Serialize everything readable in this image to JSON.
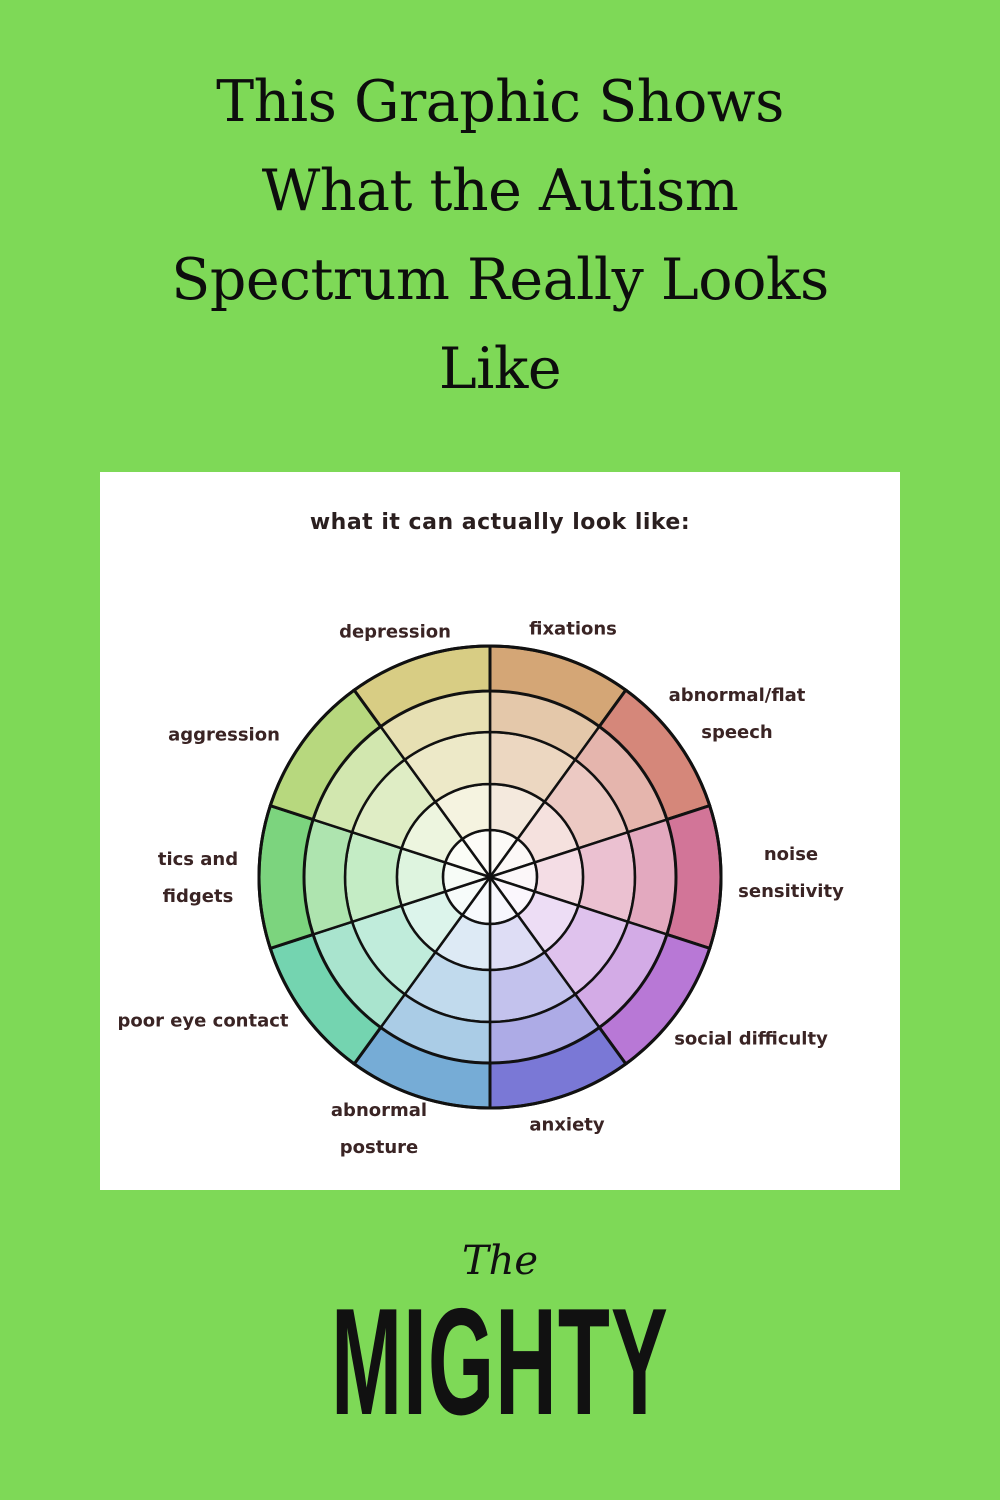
{
  "title": {
    "lines": [
      "This Graphic Shows",
      "What the Autism",
      "Spectrum Really Looks",
      "Like"
    ]
  },
  "diagram": {
    "heading": "what it can actually look like:",
    "sectors": [
      {
        "label": [
          "fixations"
        ],
        "color": "#d4a676"
      },
      {
        "label": [
          "abnormal/flat",
          "speech"
        ],
        "color": "#d5877a"
      },
      {
        "label": [
          "noise",
          "sensitivity"
        ],
        "color": "#d27598"
      },
      {
        "label": [
          "social difficulty"
        ],
        "color": "#b878d6"
      },
      {
        "label": [
          "anxiety"
        ],
        "color": "#7a78d6"
      },
      {
        "label": [
          "abnormal",
          "posture"
        ],
        "color": "#76acd6"
      },
      {
        "label": [
          "poor eye contact"
        ],
        "color": "#74d4b0"
      },
      {
        "label": [
          "tics and",
          "fidgets"
        ],
        "color": "#7cd47e"
      },
      {
        "label": [
          "aggression"
        ],
        "color": "#b7d87e"
      },
      {
        "label": [
          "depression"
        ],
        "color": "#d8cd84"
      }
    ]
  },
  "logo": {
    "the": "The",
    "name": "MIGHTY"
  }
}
